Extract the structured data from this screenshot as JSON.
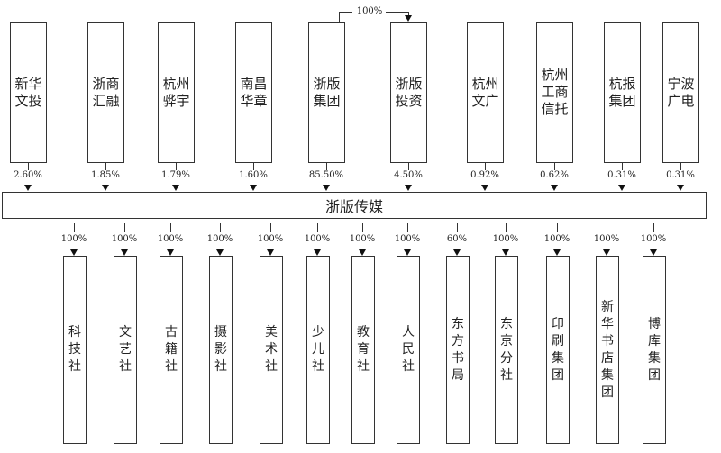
{
  "shareholders": [
    {
      "name": "新华文投",
      "pct": "2.60%"
    },
    {
      "name": "浙商汇融",
      "pct": "1.85%"
    },
    {
      "name": "杭州骅宇",
      "pct": "1.79%"
    },
    {
      "name": "南昌华章",
      "pct": "1.60%"
    },
    {
      "name": "浙版集团",
      "pct": "85.50%"
    },
    {
      "name": "浙版投资",
      "pct": "4.50%"
    },
    {
      "name": "杭州文广",
      "pct": "0.92%"
    },
    {
      "name": "杭州工商信托",
      "pct": "0.62%"
    },
    {
      "name": "杭报集团",
      "pct": "0.31%"
    },
    {
      "name": "宁波广电",
      "pct": "0.31%"
    }
  ],
  "group_to_investment_pct": "100%",
  "company": "浙版传媒",
  "subsidiaries": [
    {
      "name": "科技社",
      "pct": "100%"
    },
    {
      "name": "文艺社",
      "pct": "100%"
    },
    {
      "name": "古籍社",
      "pct": "100%"
    },
    {
      "name": "摄影社",
      "pct": "100%"
    },
    {
      "name": "美术社",
      "pct": "100%"
    },
    {
      "name": "少儿社",
      "pct": "100%"
    },
    {
      "name": "教育社",
      "pct": "100%"
    },
    {
      "name": "人民社",
      "pct": "100%"
    },
    {
      "name": "东方书局",
      "pct": "60%"
    },
    {
      "name": "东京分社",
      "pct": "100%"
    },
    {
      "name": "印刷集团",
      "pct": "100%"
    },
    {
      "name": "新华书店集团",
      "pct": "100%"
    },
    {
      "name": "博库集团",
      "pct": "100%"
    }
  ]
}
